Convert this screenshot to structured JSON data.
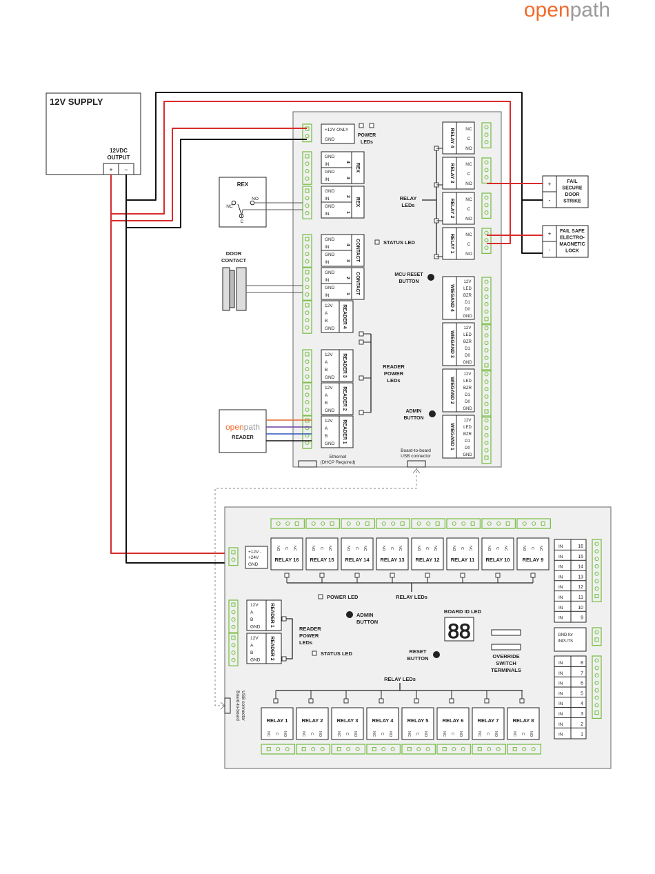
{
  "colors": {
    "brand_orange": "#f26b2c",
    "brand_gray": "#9a9a9a",
    "wire_red": "#d92b2b",
    "wire_black": "#111111",
    "terminal_green": "#7cc04b",
    "board_fill": "#f0f0f0",
    "reader_orange": "#e0662a",
    "reader_purple": "#6a3fa0",
    "reader_blue": "#2a55b8",
    "usb_dashed": "#8a8a8a"
  },
  "logo": {
    "part1": "open",
    "part2": "path"
  },
  "supply": {
    "title": "12V SUPPLY",
    "output_line1": "12VDC",
    "output_line2": "OUTPUT",
    "plus": "+",
    "minus": "−"
  },
  "rex": {
    "title": "REX",
    "nc": "NC",
    "no": "NO",
    "c": "C"
  },
  "door_contact": {
    "line1": "DOOR",
    "line2": "CONTACT"
  },
  "reader_device": {
    "brand1": "open",
    "brand2": "path",
    "label": "READER"
  },
  "top_board": {
    "power_in": {
      "plus12": "+12V ONLY",
      "gnd": "GND"
    },
    "power_leds": {
      "line1": "POWER",
      "line2": "LEDs"
    },
    "rex": [
      {
        "label": "REX",
        "pins": [
          "GND",
          "IN",
          "GND",
          "IN"
        ],
        "nums": [
          "4",
          "3"
        ]
      },
      {
        "label": "REX",
        "pins": [
          "GND",
          "IN",
          "GND",
          "IN"
        ],
        "nums": [
          "2",
          "1"
        ]
      }
    ],
    "contact": [
      {
        "label": "CONTACT",
        "pins": [
          "GND",
          "IN",
          "GND",
          "IN"
        ],
        "nums": [
          "4",
          "3"
        ]
      },
      {
        "label": "CONTACT",
        "pins": [
          "GND",
          "IN",
          "GND",
          "IN"
        ],
        "nums": [
          "2",
          "1"
        ]
      }
    ],
    "readers": [
      {
        "label": "READER 4",
        "pins": [
          "12V",
          "A",
          "B",
          "GND"
        ]
      },
      {
        "label": "READER 3",
        "pins": [
          "12V",
          "A",
          "B",
          "GND"
        ]
      },
      {
        "label": "READER 2",
        "pins": [
          "12V",
          "A",
          "B",
          "GND"
        ]
      },
      {
        "label": "READER 1",
        "pins": [
          "12V",
          "A",
          "B",
          "GND"
        ]
      }
    ],
    "status_led": "STATUS LED",
    "relay_leds": {
      "line1": "RELAY",
      "line2": "LEDs"
    },
    "mcu_reset": {
      "line1": "MCU RESET",
      "line2": "BUTTON"
    },
    "reader_power_leds": {
      "line1": "READER",
      "line2": "POWER",
      "line3": "LEDs"
    },
    "admin_button": {
      "line1": "ADMIN",
      "line2": "BUTTON"
    },
    "ethernet": {
      "line1": "Ethernet",
      "line2": "(DHCP Required)"
    },
    "usb": {
      "line1": "Board-to-board",
      "line2": "USB connector"
    },
    "relays": [
      {
        "label": "RELAY 4",
        "pins": [
          "NC",
          "C",
          "NO"
        ]
      },
      {
        "label": "RELAY 3",
        "pins": [
          "NC",
          "C",
          "NO"
        ]
      },
      {
        "label": "RELAY 2",
        "pins": [
          "NC",
          "C",
          "NO"
        ]
      },
      {
        "label": "RELAY 1",
        "pins": [
          "NC",
          "C",
          "NO"
        ]
      }
    ],
    "wiegands": [
      {
        "label": "WIEGAND 4",
        "pins": [
          "12V",
          "LED",
          "BZR",
          "D1",
          "D0",
          "GND"
        ]
      },
      {
        "label": "WIEGAND 3",
        "pins": [
          "12V",
          "LED",
          "BZR",
          "D1",
          "D0",
          "GND"
        ]
      },
      {
        "label": "WIEGAND 2",
        "pins": [
          "12V",
          "LED",
          "BZR",
          "D1",
          "D0",
          "GND"
        ]
      },
      {
        "label": "WIEGAND 1",
        "pins": [
          "12V",
          "LED",
          "BZR",
          "D1",
          "D0",
          "GND"
        ]
      }
    ]
  },
  "strike": {
    "plus": "+",
    "minus": "-",
    "line1": "FAIL",
    "line2": "SECURE",
    "line3": "DOOR",
    "line4": "STRIKE"
  },
  "maglock": {
    "plus": "+",
    "minus": "-",
    "line1": "FAIL SAFE",
    "line2": "ELECTRO-",
    "line3": "MAGNETIC",
    "line4": "LOCK"
  },
  "bottom_board": {
    "power_in": {
      "line1": "+12V -",
      "line2": "+24V",
      "gnd": "GND"
    },
    "relays_top": [
      "RELAY 16",
      "RELAY 15",
      "RELAY 14",
      "RELAY 13",
      "RELAY 12",
      "RELAY 11",
      "RELAY 10",
      "RELAY 9"
    ],
    "relays_bottom": [
      "RELAY 1",
      "RELAY 2",
      "RELAY 3",
      "RELAY 4",
      "RELAY 5",
      "RELAY 6",
      "RELAY 7",
      "RELAY 8"
    ],
    "relay_pins_top": [
      "NO",
      "C",
      "NC"
    ],
    "relay_pins_bottom": [
      "NC",
      "C",
      "NO"
    ],
    "power_led": "POWER LED",
    "relay_leds_top": "RELAY LEDs",
    "relay_leds_bottom": "RELAY LEDs",
    "admin": {
      "line1": "ADMIN",
      "line2": "BUTTON"
    },
    "board_id_led": "BOARD ID LED",
    "board_id_value": "88",
    "reader_power_leds": {
      "line1": "READER",
      "line2": "POWER",
      "line3": "LEDs"
    },
    "status_led": "STATUS LED",
    "reset": {
      "line1": "RESET",
      "line2": "BUTTON"
    },
    "override": {
      "line1": "OVERRIDE",
      "line2": "SWITCH",
      "line3": "TERMINALS"
    },
    "readers": [
      {
        "label": "READER 1",
        "pins": [
          "12V",
          "A",
          "B",
          "GND"
        ]
      },
      {
        "label": "READER 2",
        "pins": [
          "12V",
          "A",
          "B",
          "GND"
        ]
      }
    ],
    "usb": {
      "line1": "Board-to-board",
      "line2": "USB connector"
    },
    "inputs_top": {
      "label": "IN",
      "nums": [
        "16",
        "15",
        "14",
        "13",
        "12",
        "11",
        "10",
        "9"
      ]
    },
    "gnd_inputs": {
      "line1": "GND for",
      "line2": "INPUTS"
    },
    "inputs_bottom": {
      "label": "IN",
      "nums": [
        "8",
        "7",
        "6",
        "5",
        "4",
        "3",
        "2",
        "1"
      ]
    }
  }
}
